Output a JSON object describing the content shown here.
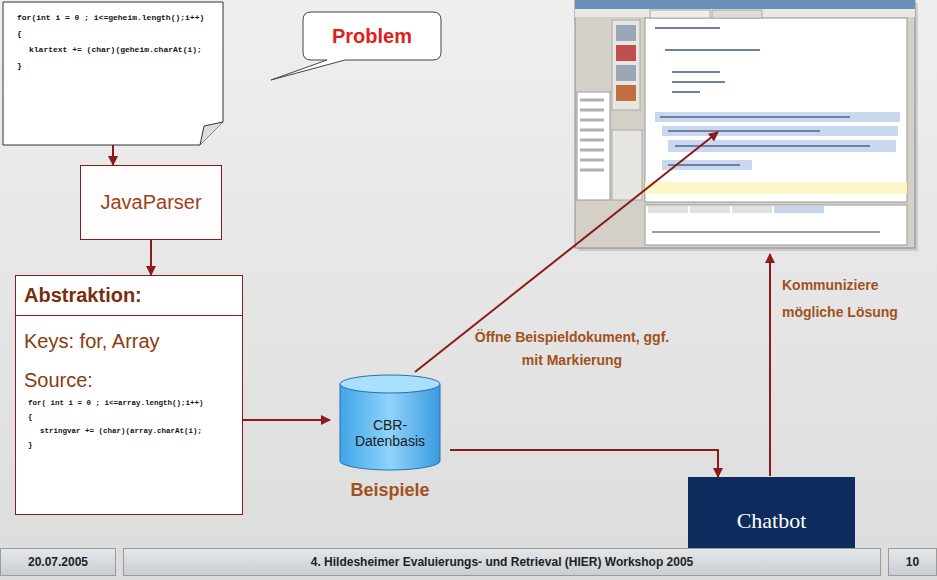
{
  "diagram": {
    "nodes": [
      {
        "text": [
          "for(int i = 0 ; i<=geheim.length();i++)",
          "{",
          "klartext += (char)(geheim.charAt(i);",
          "}"
        ]
      },
      {
        "text": [
          "Problem"
        ]
      },
      {
        "text": [
          "JavaParser"
        ]
      },
      {
        "text": [
          "Abstraktion:",
          "Keys: for, Array",
          "Source:",
          "for( int i = 0 ; i<=array.length();i++)",
          "{",
          "stringvar += (char)(array.charAt(i);",
          "}"
        ]
      },
      {
        "text": [
          "CBR-Datenbasis",
          "Beispiele"
        ]
      },
      {
        "text": [
          "Chatbot"
        ]
      }
    ],
    "edges": [
      {
        "from": 0,
        "to": 2,
        "arrow": "to"
      },
      {
        "from": 2,
        "to": 3,
        "arrow": "to"
      },
      {
        "from": 3,
        "to": 4,
        "arrow": "to"
      },
      {
        "from": 4,
        "to": 5,
        "arrow": "to"
      }
    ],
    "labels": [
      "Öffne Beispieldokument, ggf. mit Markierung",
      "Kommuniziere mögliche Lösung",
      "20.07.2005",
      "4. Hildesheimer Evaluierungs- und Retrieval (HIER) Workshop 2005",
      "10"
    ]
  }
}
